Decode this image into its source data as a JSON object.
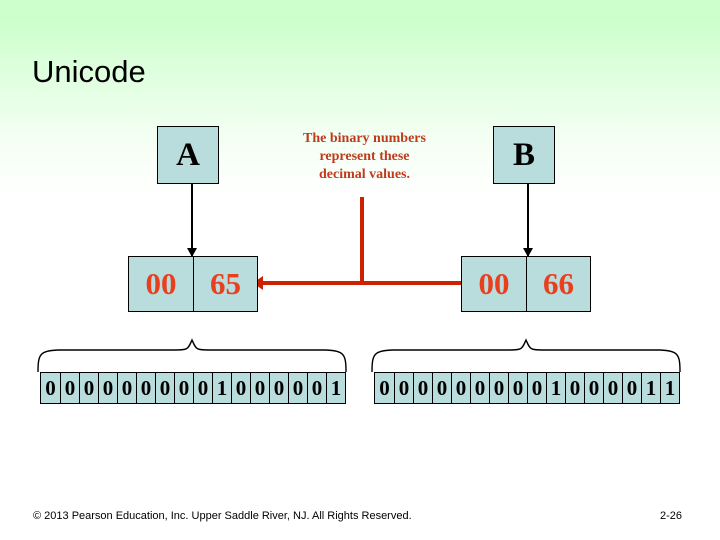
{
  "slide": {
    "title": "Unicode",
    "background_top_color": "#ccffcc",
    "background_bottom_color": "#ffffff"
  },
  "callout": {
    "line1": "The binary numbers",
    "line2": "represent these",
    "line3": "decimal values.",
    "color": "#c03a1c"
  },
  "characters": [
    {
      "id": "a",
      "glyph": "A",
      "decimal_cells": [
        "00",
        "65"
      ],
      "bits": [
        "0",
        "0",
        "0",
        "0",
        "0",
        "0",
        "0",
        "0",
        "0",
        "1",
        "0",
        "0",
        "0",
        "0",
        "0",
        "1"
      ]
    },
    {
      "id": "b",
      "glyph": "B",
      "decimal_cells": [
        "00",
        "66"
      ],
      "bits": [
        "0",
        "0",
        "0",
        "0",
        "0",
        "0",
        "0",
        "0",
        "0",
        "1",
        "0",
        "0",
        "0",
        "0",
        "1",
        "1"
      ]
    }
  ],
  "colors": {
    "cell_fill": "#b9dcdc",
    "decimal_text": "#e8401f",
    "arrow_red": "#cc2200",
    "outline": "#000000"
  },
  "footer": {
    "copyright": "© 2013 Pearson Education, Inc. Upper Saddle River, NJ. All Rights Reserved.",
    "page_number": "2-26"
  }
}
